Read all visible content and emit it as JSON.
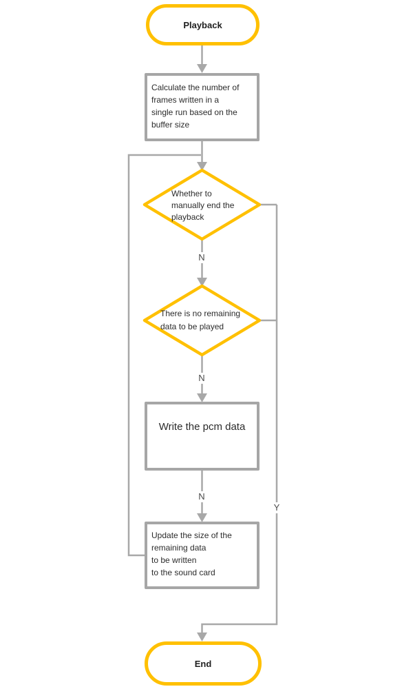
{
  "diagram": {
    "type": "flowchart",
    "background": "#ffffff",
    "colors": {
      "accent": "#FFC000",
      "line": "#A8A8A8",
      "process_border": "#A6A6A6",
      "text": "#2B2B2B",
      "edge_label_text": "#4A4A4A"
    },
    "nodes": {
      "start": {
        "type": "terminator",
        "label": "Playback"
      },
      "calculate": {
        "type": "process",
        "label": "Calculate the number of\nframes written in a\nsingle run based on the\nbuffer size"
      },
      "manual_end": {
        "type": "decision",
        "label": "Whether to\nmanually end the\nplayback"
      },
      "no_remaining": {
        "type": "decision",
        "label": "There is no remaining\ndata to be played"
      },
      "write_pcm": {
        "type": "process",
        "label": "Write the pcm data"
      },
      "update_size": {
        "type": "process",
        "label": "Update the size of the\nremaining data\nto be written\nto the sound card"
      },
      "end": {
        "type": "terminator",
        "label": "End"
      }
    },
    "edge_labels": {
      "manual_end_no": "N",
      "no_remaining_no": "N",
      "after_write": "N",
      "yes_branch": "Y"
    }
  }
}
